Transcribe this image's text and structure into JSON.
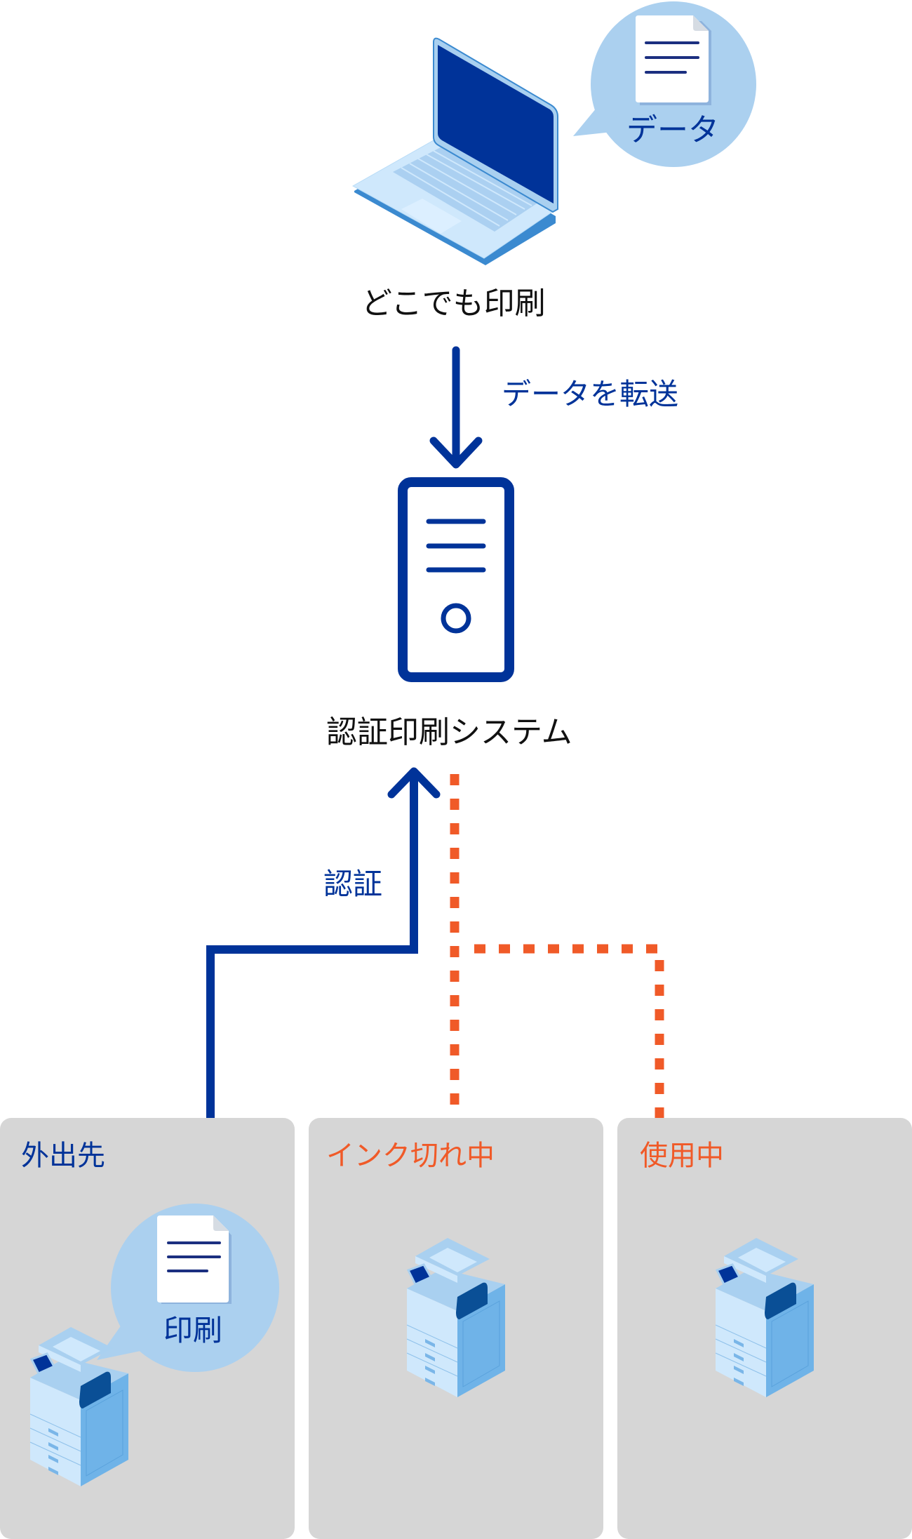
{
  "laptop": {
    "bubble_label": "データ",
    "caption": "どこでも印刷"
  },
  "flow": {
    "transfer_label": "データを転送",
    "auth_label": "認証"
  },
  "server": {
    "caption": "認証印刷システム"
  },
  "printers": [
    {
      "title": "外出先",
      "status": "available",
      "title_color": "#003399",
      "bubble_label": "印刷"
    },
    {
      "title": "インク切れ中",
      "status": "unavailable",
      "title_color": "#f05a28"
    },
    {
      "title": "使用中",
      "status": "unavailable",
      "title_color": "#f05a28"
    }
  ],
  "colors": {
    "primary_blue": "#003399",
    "alert_orange": "#f05a28",
    "bubble_blue": "#abd0ef",
    "card_gray": "#d6d6d6"
  }
}
